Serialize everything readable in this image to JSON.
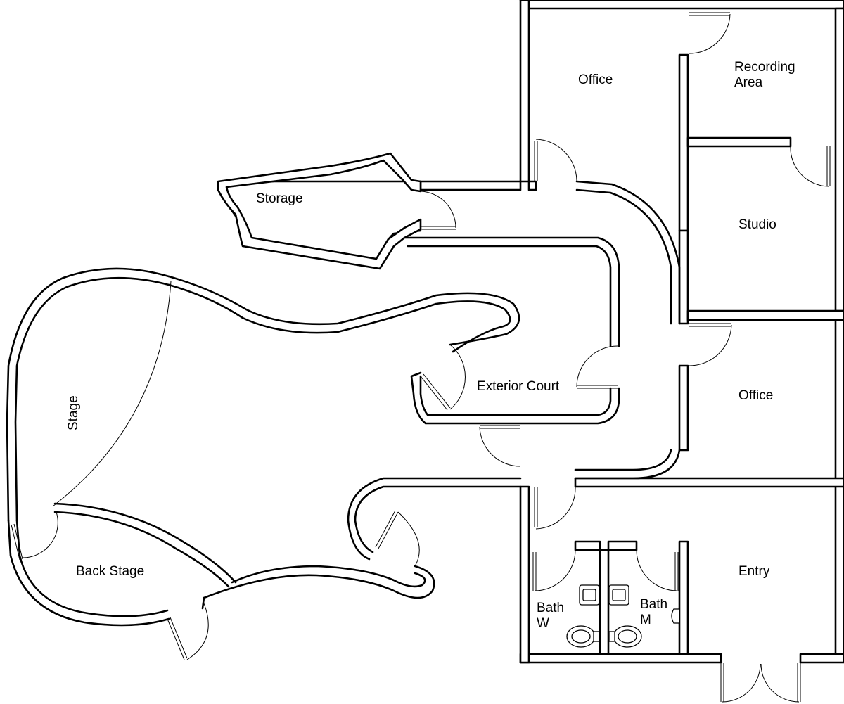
{
  "rooms": {
    "office_top": "Office",
    "recording_area_line1": "Recording",
    "recording_area_line2": "Area",
    "storage": "Storage",
    "studio": "Studio",
    "stage": "Stage",
    "exterior_court": "Exterior Court",
    "office_right": "Office",
    "back_stage": "Back Stage",
    "entry": "Entry",
    "bath_w_line1": "Bath",
    "bath_w_line2": "W",
    "bath_m_line1": "Bath",
    "bath_m_line2": "M"
  }
}
